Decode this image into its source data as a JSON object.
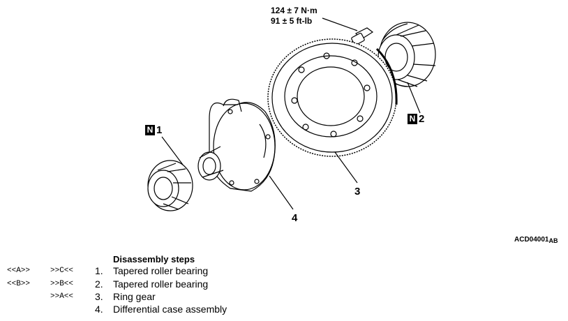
{
  "torque": {
    "line1": "124 ± 7 N·m",
    "line2": "91 ± 5 ft-lb"
  },
  "callouts": {
    "c1": {
      "badge": "N",
      "num": "1"
    },
    "c2": {
      "badge": "N",
      "num": "2"
    },
    "c3": {
      "num": "3"
    },
    "c4": {
      "num": "4"
    }
  },
  "figure_id": {
    "main": "ACD04001",
    "suffix": "AB"
  },
  "steps_heading": "Disassembly steps",
  "steps": [
    {
      "dis": "<<A>>",
      "re": ">>C<<",
      "num": "1.",
      "label": "Tapered roller bearing"
    },
    {
      "dis": "<<B>>",
      "re": ">>B<<",
      "num": "2.",
      "label": "Tapered roller bearing"
    },
    {
      "dis": "",
      "re": ">>A<<",
      "num": "3.",
      "label": "Ring gear"
    },
    {
      "dis": "",
      "re": "",
      "num": "4.",
      "label": "Differential case assembly"
    }
  ]
}
